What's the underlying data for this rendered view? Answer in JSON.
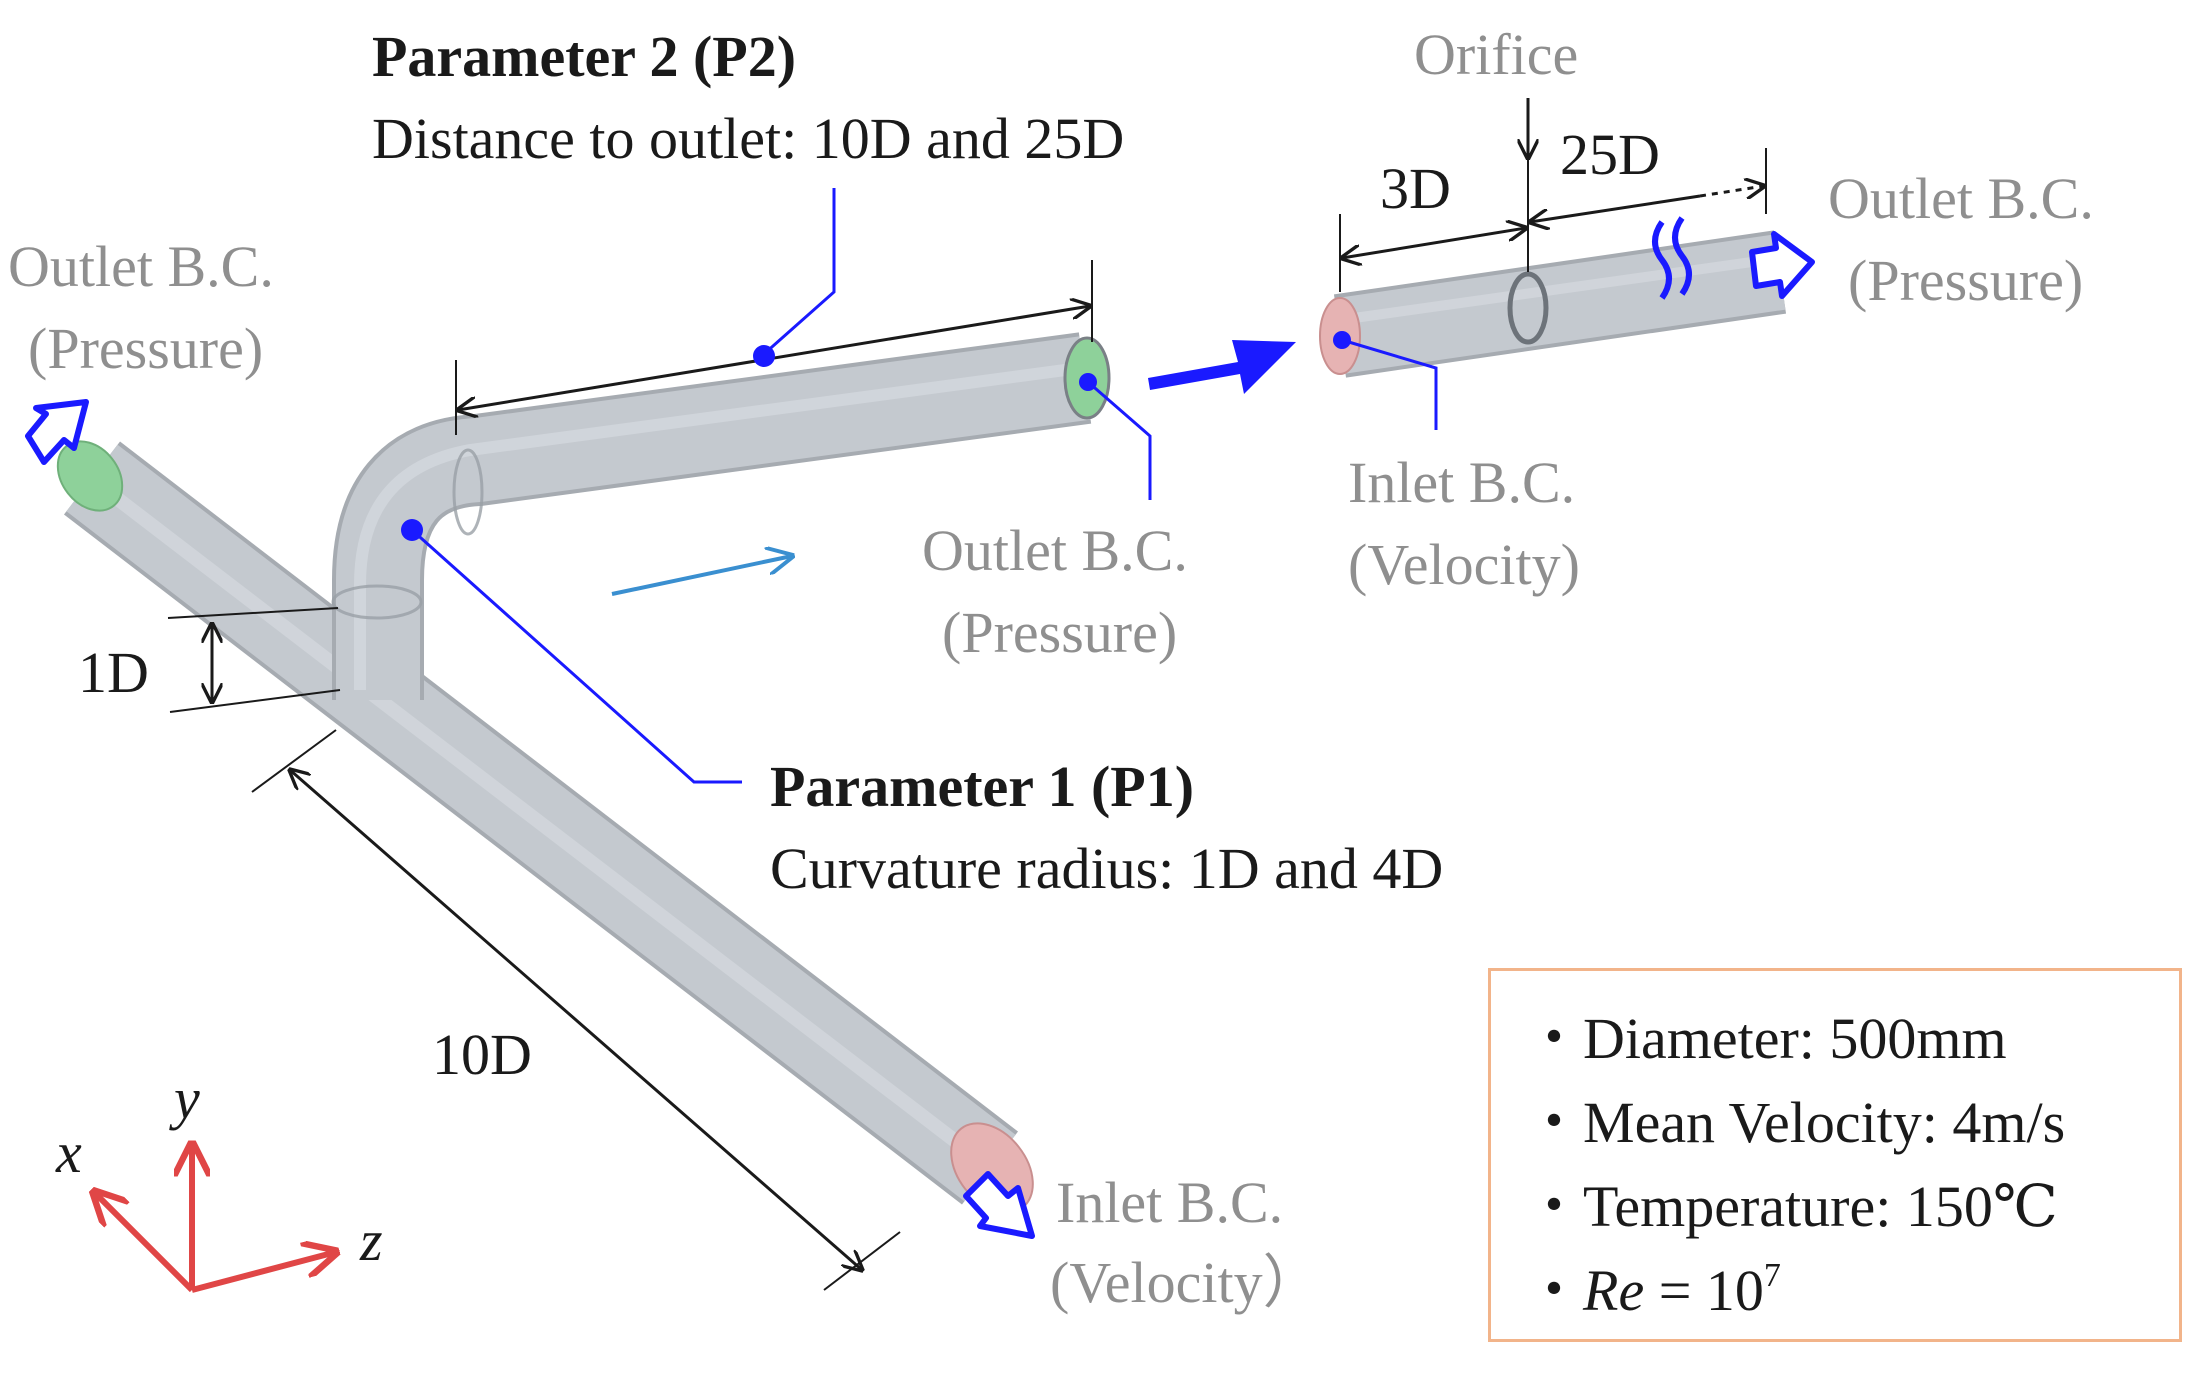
{
  "labels": {
    "p2_title": "Parameter 2 (P2)",
    "p2_desc": "Distance to outlet: 10D and 25D",
    "p1_title": "Parameter 1 (P1)",
    "p1_desc": "Curvature radius: 1D and 4D",
    "orifice": "Orifice",
    "dim_3d": "3D",
    "dim_25d": "25D",
    "dim_1d": "1D",
    "dim_10d": "10D",
    "outlet_bc": "Outlet B.C.",
    "pressure": "(Pressure)",
    "inlet_bc": "Inlet B.C.",
    "velocity": "(Velocity)",
    "velocity_alt": "(Velocity）"
  },
  "axes": {
    "x": "x",
    "y": "y",
    "z": "z"
  },
  "properties": {
    "diameter": "・Diameter: 500mm",
    "mean_velocity": "・Mean Velocity: 4m/s",
    "temperature": "・Temperature: 150℃",
    "re_prefix": "・",
    "re_symbol": "Re",
    "re_equals": " = 10",
    "re_exponent": "7"
  },
  "colors": {
    "pipe": "#c4c9cf",
    "pipe_edge": "#a6abb1",
    "outlet_face": "#8ed19a",
    "inlet_face": "#e6b3b3",
    "leader": "#1a1aff",
    "axis": "#e04646",
    "box_border": "#f2b48a",
    "flow_arrow": "#3a8fd0"
  }
}
